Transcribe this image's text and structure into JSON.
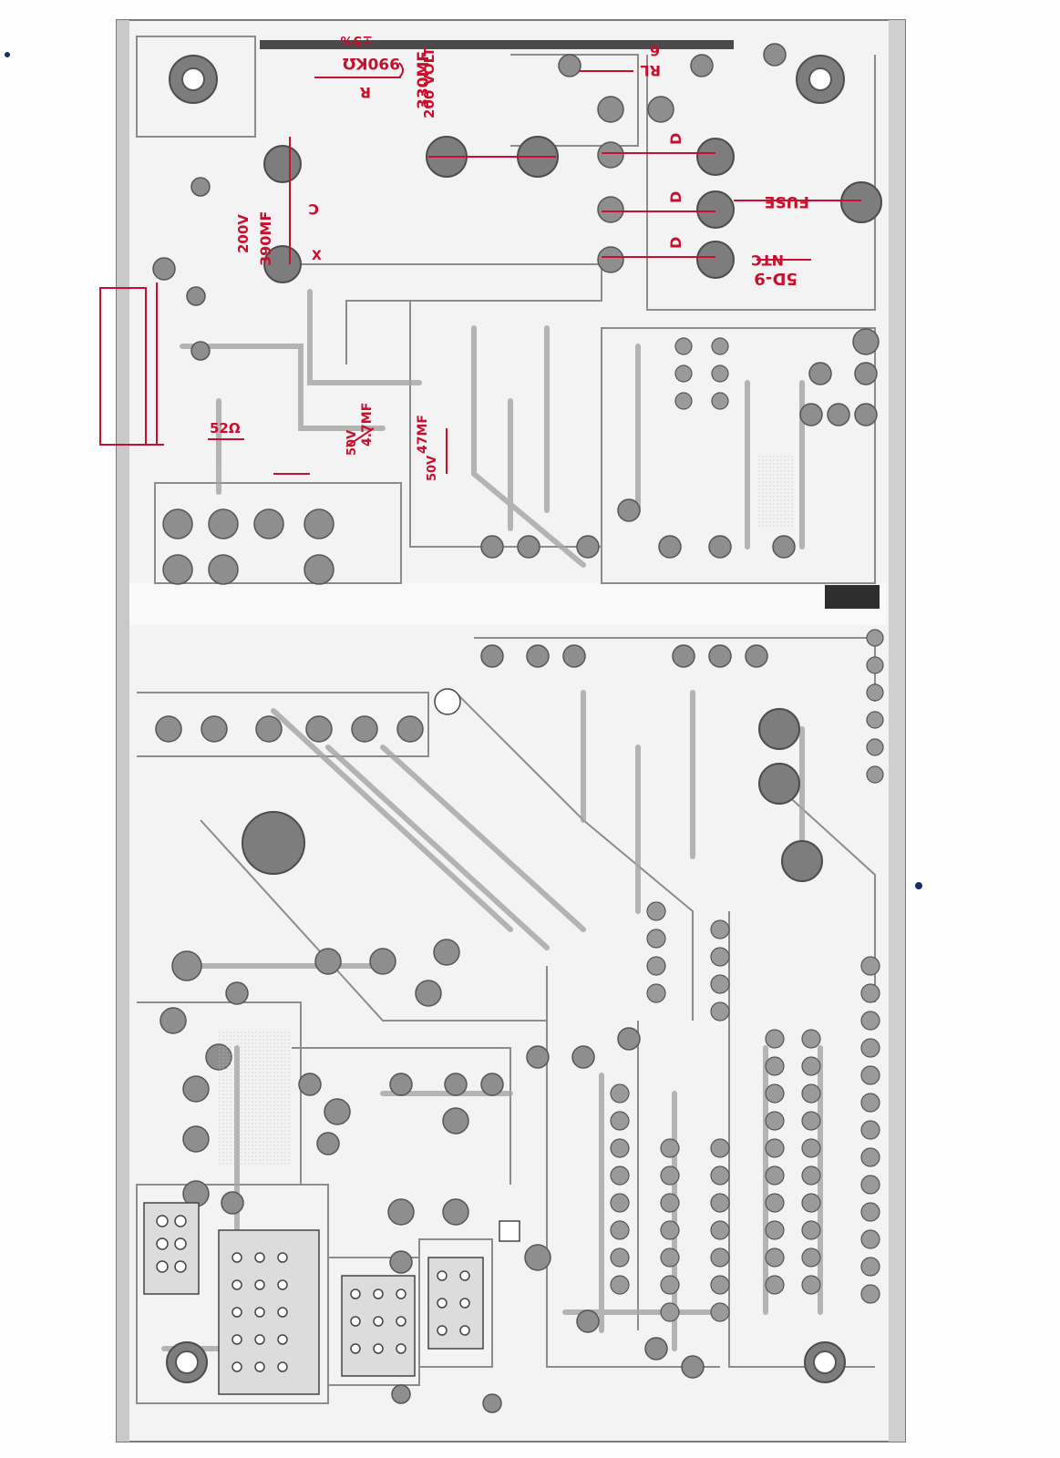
{
  "document": {
    "kind": "scanned PCB solder-side printout with handwritten red annotations",
    "ink_colors": {
      "paper": "#fefefe",
      "board": "#f2f2f2",
      "trace": "#9a9a9a",
      "pad": "#6e6e6e",
      "annotation": "#c8102e"
    }
  },
  "annotations": {
    "resistor_value": "990KΩ",
    "resistor_tolerance": "±5%",
    "resistor_ref": "R",
    "cap_main": "390MF",
    "cap_main_voltage": "200V",
    "cap_main_ref": "C",
    "cap_main_marker": "X",
    "cap_top": "330MF",
    "cap_top_voltage": "200 VOLT",
    "relay": "RL",
    "fuse": "FUSE",
    "ntc": "NTC",
    "ntc_value": "5D-9",
    "diode_1": "D",
    "diode_2": "D",
    "diode_3": "D",
    "small_res": "52Ω",
    "small_cap_1": "4.7MF",
    "small_cap_2": "47MF",
    "small_cap_2_voltage": "50V",
    "small_cap_1_voltage": "50V",
    "pin_6": "6"
  }
}
